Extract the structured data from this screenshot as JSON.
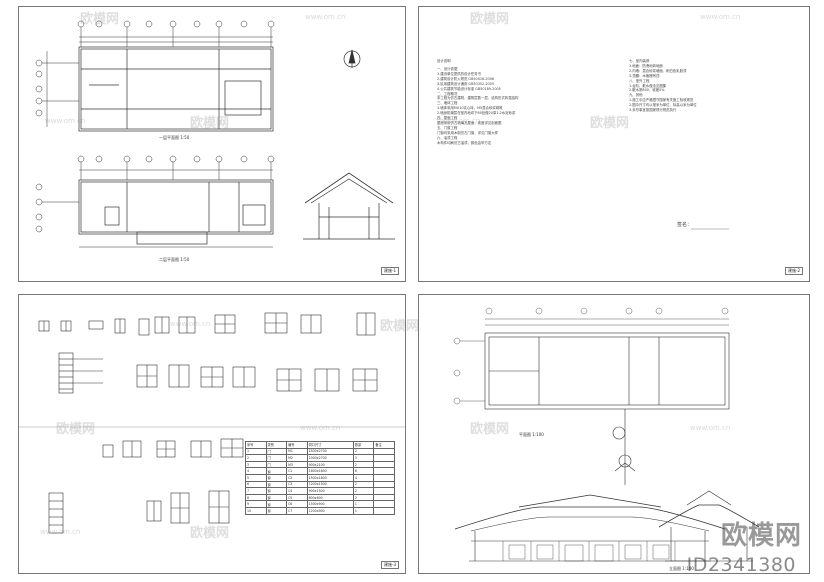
{
  "sheets": [
    {
      "id": "floor-plans",
      "plan_captions": [
        "一层平面图 1:50",
        "二层平面图 1:50"
      ],
      "section_caption": "",
      "title_block": "建施-1"
    },
    {
      "id": "design-notes",
      "title_block": "建施-2",
      "notes_heading": "设计说明",
      "notes_lines": [
        "一、设计依据",
        "1.建设单位提供的设计任务书",
        "2.建筑设计防火规范 GB50016-2006",
        "3.民用建筑设计通则 GB50352-2005",
        "4.公共建筑节能设计标准 GB50189-2005",
        "二、工程概况",
        "本工程为仿古建筑，建筑层数一层，结构形式砖混结构",
        "三、墙体工程",
        "1.墙体采用MU10实心砖，M5混合砂浆砌筑",
        "2.墙身防潮层在室内地坪下60处做20厚1:2水泥砂浆",
        "四、屋面工程",
        "屋面采用仿古琉璃瓦屋面，坡度详见剖面图",
        "五、门窗工程",
        "门窗均采用木制仿古门窗，详见门窗大样",
        "六、油漆工程",
        "木构件均刷仿古油漆，颜色由甲方定"
      ],
      "notes_lines_right": [
        "七、室内装修",
        "1.地面：防滑地砖地面",
        "2.内墙：混合砂浆墙面，刷白色乳胶漆",
        "3.顶棚：木格栅吊顶",
        "八、室外工程",
        "1.台阶、散水做法见图集",
        "2.散水宽800，坡度5%",
        "九、其他",
        "1.施工中应严格遵守国家有关施工验收规范",
        "2.图中尺寸均以毫米为单位，标高以米为单位",
        "3.未尽事宜按国家现行规范执行"
      ],
      "signature_label": "签名："
    },
    {
      "id": "door-window-details",
      "title_block": "建施-3",
      "schedule": {
        "headers": [
          "序号",
          "类别",
          "编号",
          "洞口尺寸",
          "数量",
          "备注"
        ],
        "rows": [
          [
            "1",
            "门",
            "M1",
            "1500x2700",
            "2",
            ""
          ],
          [
            "2",
            "门",
            "M2",
            "1000x2700",
            "3",
            ""
          ],
          [
            "3",
            "门",
            "M3",
            "900x2100",
            "2",
            ""
          ],
          [
            "4",
            "窗",
            "C1",
            "1800x1800",
            "6",
            ""
          ],
          [
            "5",
            "窗",
            "C2",
            "1500x1800",
            "4",
            ""
          ],
          [
            "6",
            "窗",
            "C3",
            "1200x1500",
            "2",
            ""
          ],
          [
            "7",
            "窗",
            "C4",
            "900x1500",
            "2",
            ""
          ],
          [
            "8",
            "窗",
            "C5",
            "600x600",
            "2",
            ""
          ],
          [
            "9",
            "窗",
            "C6",
            "1500x900",
            "1",
            ""
          ],
          [
            "10",
            "窗",
            "C7",
            "1200x900",
            "1",
            ""
          ]
        ]
      }
    },
    {
      "id": "plan-elevations",
      "title_block": "",
      "plan_caption": "平面图 1:100",
      "elevation_caption": "立面图 1:100"
    }
  ],
  "watermark": {
    "brand": "欧模网",
    "url": "www.om.cn",
    "id_tag": "ID2341380"
  },
  "colors": {
    "line": "#333333",
    "sheet_border": "#777777",
    "watermark": "#a0a0a0"
  }
}
